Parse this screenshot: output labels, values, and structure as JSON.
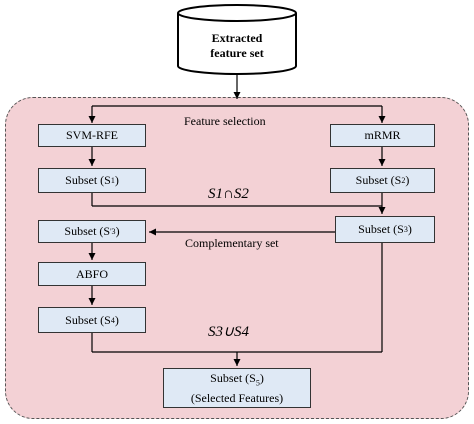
{
  "database": {
    "line1": "Extracted",
    "line2": "feature set"
  },
  "labels": {
    "feature_selection": "Feature selection",
    "complementary_set": "Complementary set",
    "intersection": "S1∩S2",
    "union": "S3∪S4"
  },
  "boxes": {
    "svm_rfe": "SVM-RFE",
    "mrmr": "mRMR",
    "abfo": "ABFO",
    "subset_prefix": "Subset (S",
    "s1_sub": "1",
    "s2_sub": "2",
    "s3_sub": "3",
    "s3p_sub": "'3",
    "s4_sub": "4",
    "s5_sub": "5",
    "close": ")",
    "selected_features": "(Selected Features)"
  }
}
